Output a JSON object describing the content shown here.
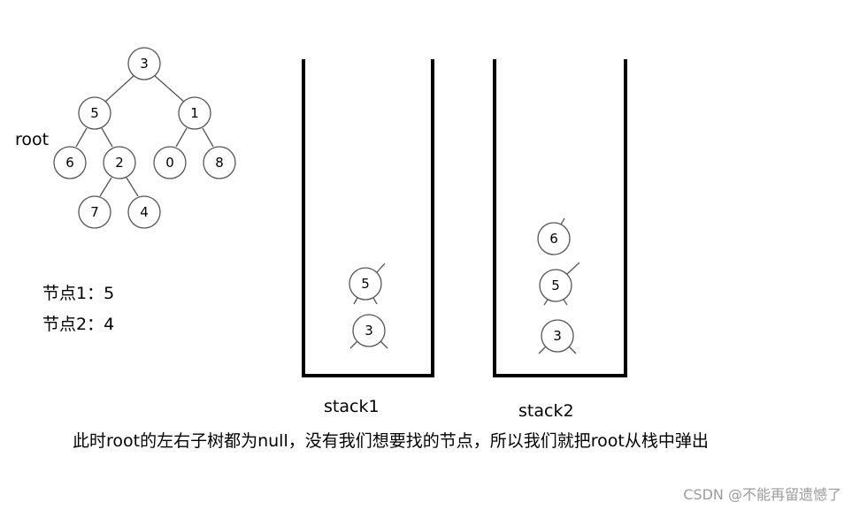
{
  "tree": {
    "nodes": [
      {
        "id": "n3",
        "value": "3"
      },
      {
        "id": "n5",
        "value": "5"
      },
      {
        "id": "n1",
        "value": "1"
      },
      {
        "id": "n6",
        "value": "6"
      },
      {
        "id": "n2",
        "value": "2"
      },
      {
        "id": "n0",
        "value": "0"
      },
      {
        "id": "n8",
        "value": "8"
      },
      {
        "id": "n7",
        "value": "7"
      },
      {
        "id": "n4",
        "value": "4"
      }
    ]
  },
  "root_label": "root",
  "node1_label": "节点1：5",
  "node2_label": "节点2：4",
  "stack1": {
    "label": "stack1",
    "items": [
      "5",
      "3"
    ]
  },
  "stack2": {
    "label": "stack2",
    "items": [
      "6",
      "5",
      "3"
    ]
  },
  "caption": "此时root的左右子树都为null，没有我们想要找的节点，所以我们就把root从栈中弹出",
  "watermark": "CSDN @不能再留遗憾了",
  "colors": {
    "stroke": "#555555",
    "stack_wall": "#000000",
    "text": "#000000",
    "watermark": "#9a9a9a"
  }
}
